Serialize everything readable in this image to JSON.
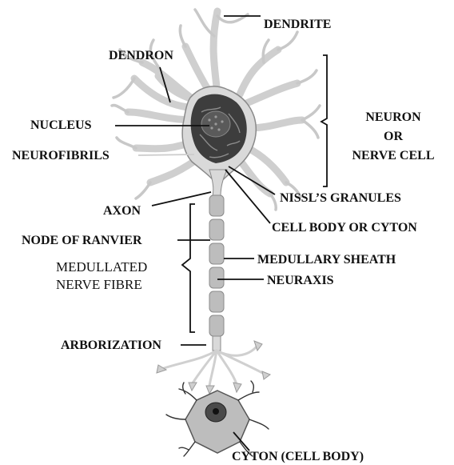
{
  "labels": {
    "dendrite": "DENDRITE",
    "dendron": "DENDRON",
    "nucleus": "NUCLEUS",
    "neurofibrils": "NEUROFIBRILS",
    "neuron_or_nerve_cell": [
      "NEURON",
      "OR",
      "NERVE CELL"
    ],
    "nissls_granules": "NISSL’S GRANULES",
    "axon": "AXON",
    "cell_body_or_cyton": "CELL BODY OR CYTON",
    "node_of_ranvier": "NODE OF RANVIER",
    "medullary_sheath": "MEDULLARY SHEATH",
    "medullated_nerve_fibre": [
      "MEDULLATED",
      "NERVE FIBRE"
    ],
    "neuraxis": "NEURAXIS",
    "arborization": "ARBORIZATION",
    "cyton_cell_body": "CYTON (CELL BODY)"
  },
  "colors": {
    "neuron_fill": "#d9d9d9",
    "neuron_outline": "#8a8a8a",
    "cell_body_dark": "#3d3d3d",
    "nucleus": "#5a5a5a",
    "sheath": "#bdbdbd",
    "line": "#111111"
  }
}
